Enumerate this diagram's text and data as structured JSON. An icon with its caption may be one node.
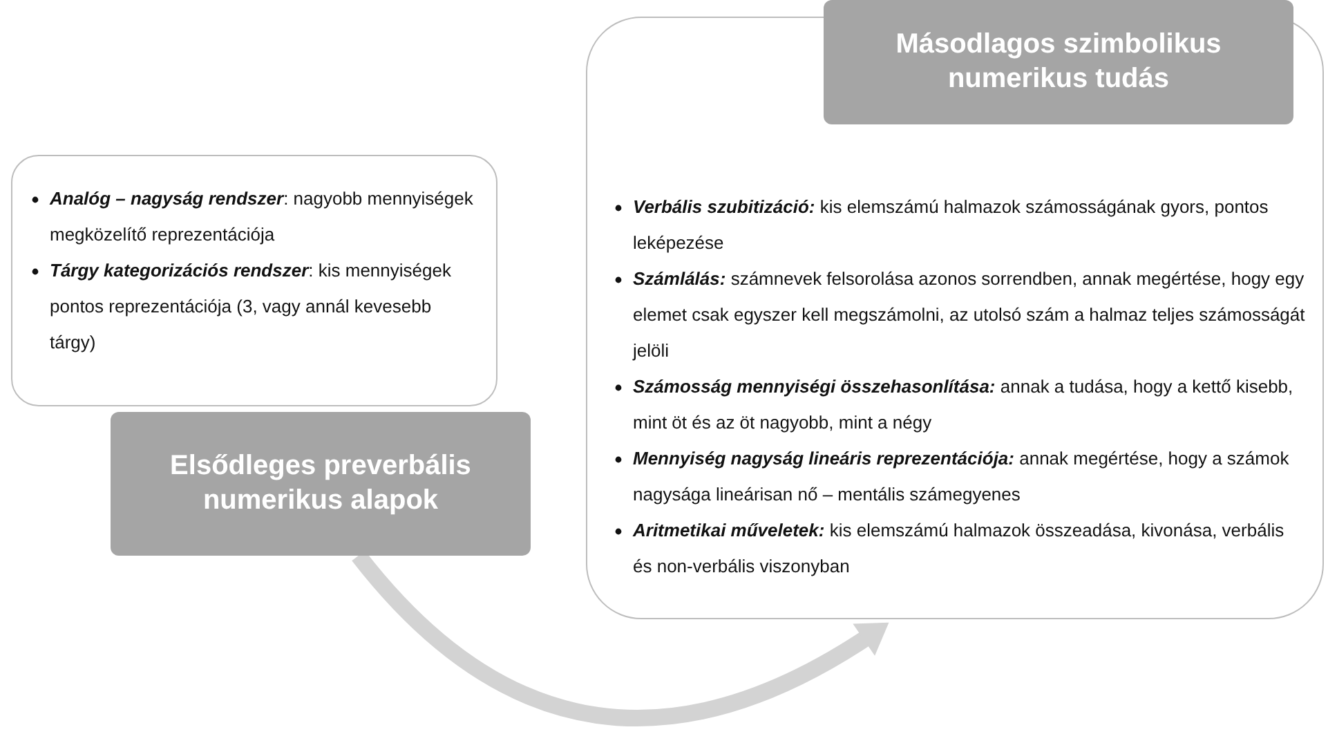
{
  "diagram": {
    "nodes": [
      {
        "text": [
          "**Analóg – nagyság rendszer**: nagyobb mennyiségek megközelítő reprezentációja",
          "**Tárgy kategorizációs rendszer**: kis mennyiségek pontos reprezentációja (3, vagy annál kevesebb tárgy)"
        ]
      },
      {
        "text": [
          "Elsődleges preverbális numerikus alapok"
        ]
      },
      {
        "text": [
          "**Verbális szubitizáció:** kis elemszámú halmazok számosságának gyors, pontos leképezése",
          "**Számlálás:** számnevek felsorolása azonos sorrendben, annak megértése, hogy egy elemet csak egyszer kell megszámolni, az utolsó szám a halmaz teljes számosságát jelöli",
          "**Számosság mennyiségi összehasonlítása:** annak a tudása, hogy a kettő kisebb, mint öt és az öt nagyobb, mint a négy",
          "**Mennyiség nagyság lineáris reprezentációja:** annak megértése, hogy a számok nagysága lineárisan nő – mentális számegyenes",
          "**Aritmetikai műveletek:** kis elemszámú halmazok összeadása, kivonása, verbális és non-verbális viszonyban"
        ]
      },
      {
        "text": [
          "Másodlagos szimbolikus numerikus tudás"
        ]
      }
    ],
    "edges": [
      {
        "from": 1,
        "to": 2,
        "arrow": "to"
      }
    ]
  }
}
